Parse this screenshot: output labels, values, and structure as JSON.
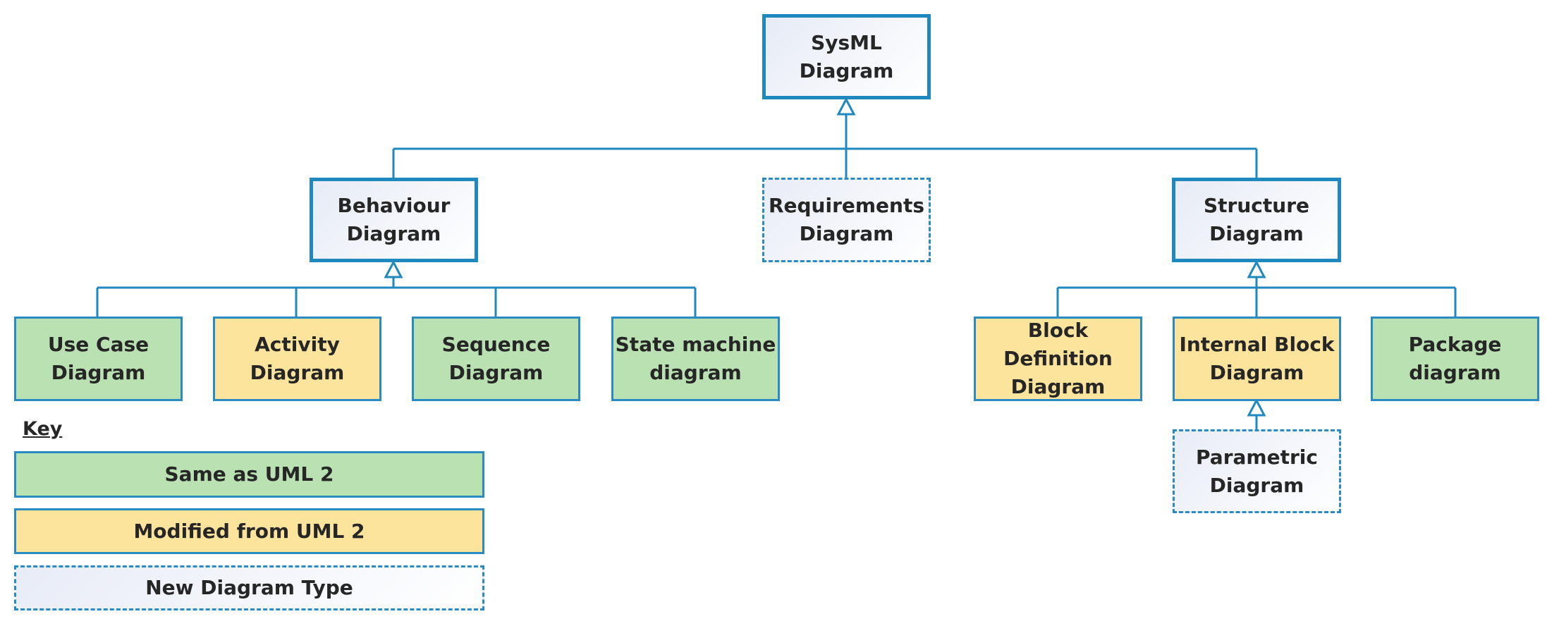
{
  "diagram": {
    "root": "SysML\nDiagram",
    "behaviour": "Behaviour\nDiagram",
    "requirements": "Requirements\nDiagram",
    "structure": "Structure\nDiagram",
    "use_case": "Use Case\nDiagram",
    "activity": "Activity\nDiagram",
    "sequence": "Sequence\nDiagram",
    "state_machine": "State machine\ndiagram",
    "block_definition": "Block\nDefinition\nDiagram",
    "internal_block": "Internal Block\nDiagram",
    "package": "Package\ndiagram",
    "parametric": "Parametric\nDiagram"
  },
  "key": {
    "title": "Key",
    "same": "Same as UML 2",
    "modified": "Modified from UML 2",
    "new_type": "New Diagram Type"
  },
  "colors": {
    "line": "#1f88bf",
    "same_fill": "#b9e1b1",
    "modified_fill": "#fce49d",
    "text": "#262626"
  }
}
